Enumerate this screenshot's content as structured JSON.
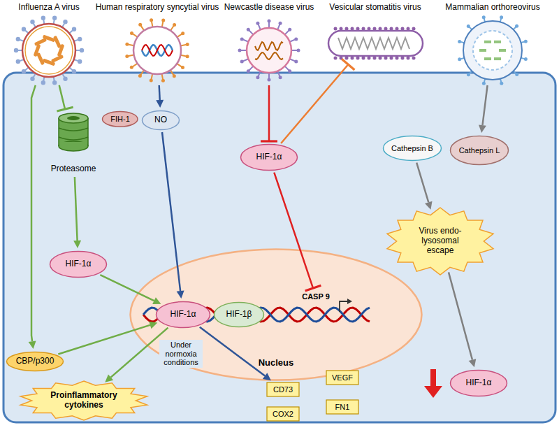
{
  "diagram": {
    "nodes": [
      {
        "text": [
          "Influenza A virus"
        ]
      },
      {
        "text": [
          "Human respiratory syncytial virus"
        ]
      },
      {
        "text": [
          "Newcastle disease virus"
        ]
      },
      {
        "text": [
          "Vesicular stomatitis virus"
        ]
      },
      {
        "text": [
          "Mammalian orthoreovirus"
        ]
      },
      {
        "text": [
          "Proteasome"
        ]
      },
      {
        "text": [
          "FIH-1"
        ]
      },
      {
        "text": [
          "NO"
        ]
      },
      {
        "text": [
          "HIF-1α"
        ]
      },
      {
        "text": [
          "Cathepsin B"
        ]
      },
      {
        "text": [
          "Cathepsin L"
        ]
      },
      {
        "text": [
          "HIF-1α"
        ]
      },
      {
        "text": [
          "CBP/p300"
        ]
      },
      {
        "text": [
          "Virus endo-lysosomal escape"
        ]
      },
      {
        "text": [
          "HIF-1α"
        ]
      },
      {
        "text": [
          "Nucleus"
        ]
      },
      {
        "text": [
          "HIF-1α"
        ],
        "in": 15
      },
      {
        "text": [
          "HIF-1β"
        ],
        "in": 15
      },
      {
        "text": [
          "CASP 9"
        ],
        "in": 15
      },
      {
        "text": [
          "Proinflammatory cytokines"
        ]
      },
      {
        "text": [
          "CD73"
        ]
      },
      {
        "text": [
          "VEGF"
        ]
      },
      {
        "text": [
          "COX2"
        ]
      },
      {
        "text": [
          "FN1"
        ]
      }
    ],
    "edges": [
      {
        "from": 0,
        "to": 5,
        "arrow": "to"
      },
      {
        "from": 5,
        "to": 11,
        "arrow": "to"
      },
      {
        "from": 11,
        "to": 16,
        "arrow": "to"
      },
      {
        "from": 0,
        "to": 12,
        "arrow": "to"
      },
      {
        "from": 12,
        "to": 16,
        "arrow": "to"
      },
      {
        "from": 1,
        "to": 7,
        "arrow": "to"
      },
      {
        "from": 7,
        "to": 16,
        "arrow": "to"
      },
      {
        "from": 2,
        "to": 8,
        "arrow": "to"
      },
      {
        "from": 8,
        "to": 3,
        "arrow": "to"
      },
      {
        "from": 8,
        "to": 18,
        "arrow": "to"
      },
      {
        "from": 4,
        "to": 10,
        "arrow": "to"
      },
      {
        "from": 9,
        "to": 13,
        "arrow": "to"
      },
      {
        "from": 13,
        "to": 14,
        "arrow": "to"
      },
      {
        "from": 16,
        "to": 19,
        "arrow": "to"
      },
      {
        "from": 16,
        "to": 20,
        "arrow": "to"
      }
    ],
    "labels": [
      "Under normoxia conditions"
    ]
  }
}
